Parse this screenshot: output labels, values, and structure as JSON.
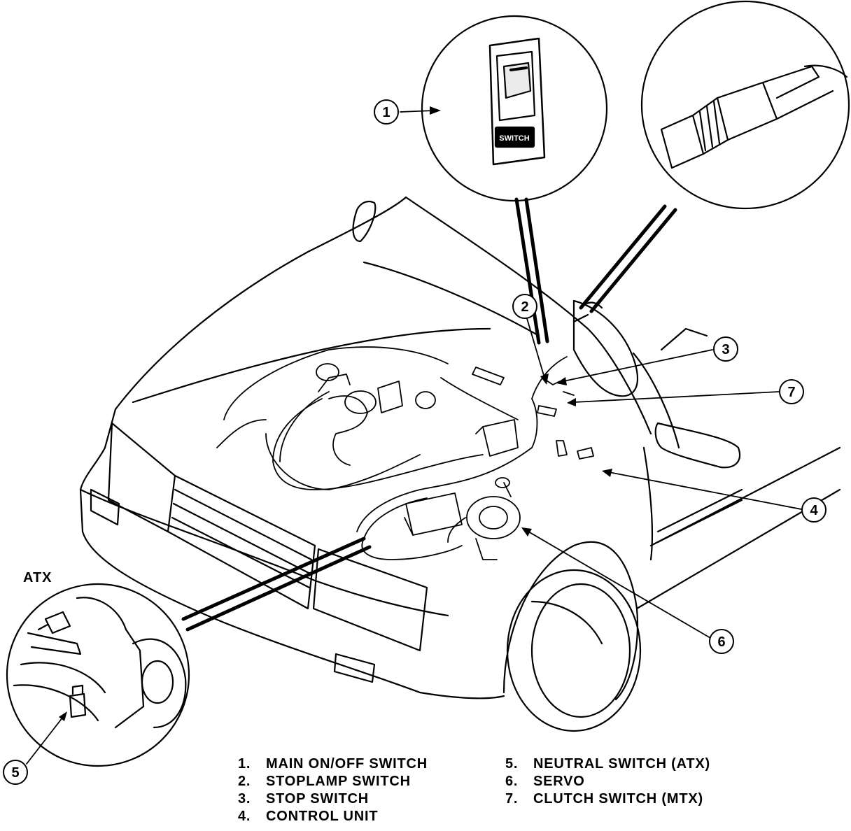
{
  "callouts": [
    "1",
    "2",
    "3",
    "4",
    "5",
    "6",
    "7"
  ],
  "atx_label": "ATX",
  "switch_label": "SWITCH",
  "legend_left": [
    {
      "num": "1.",
      "text": "MAIN ON/OFF SWITCH"
    },
    {
      "num": "2.",
      "text": "STOPLAMP SWITCH"
    },
    {
      "num": "3.",
      "text": "STOP SWITCH"
    },
    {
      "num": "4.",
      "text": "CONTROL UNIT"
    }
  ],
  "legend_right": [
    {
      "num": "5.",
      "text": "NEUTRAL SWITCH (ATX)"
    },
    {
      "num": "6.",
      "text": "SERVO"
    },
    {
      "num": "7.",
      "text": "CLUTCH SWITCH (MTX)"
    }
  ],
  "colors": {
    "ink": "#000000",
    "paper": "#ffffff"
  }
}
